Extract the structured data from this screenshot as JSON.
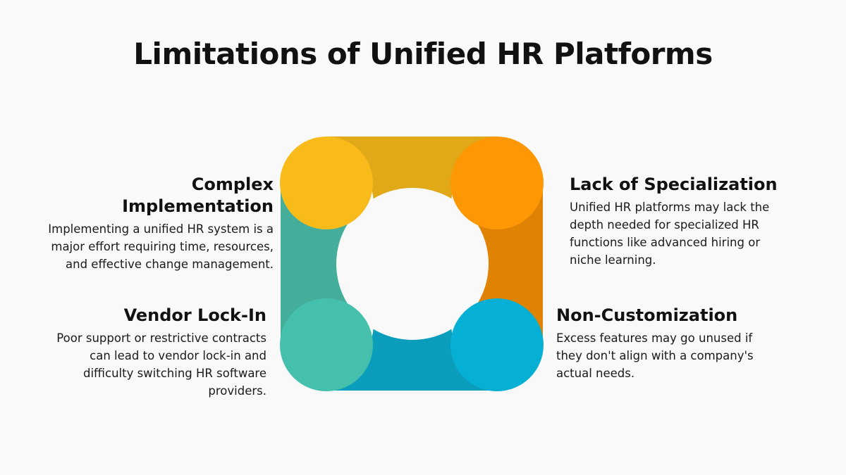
{
  "title": "Limitations of Unified HR Platforms",
  "items": [
    {
      "heading": "Complex Implementation",
      "body": "Implementing a unified HR system is a major effort requiring time, resources, and effective change management.",
      "color": "#f9bb1a"
    },
    {
      "heading": "Lack of Specialization",
      "body": "Unified HR platforms may lack the depth needed for specialized HR functions like advanced hiring or niche learning.",
      "color": "#fd9804"
    },
    {
      "heading": "Vendor Lock-In",
      "body": "Poor support or restrictive contracts can lead to vendor lock-in and difficulty switching HR software providers.",
      "color": "#45c0ad"
    },
    {
      "heading": "Non-Customization",
      "body": "Excess features may go unused if they don't align with a company's actual needs.",
      "color": "#06b0d4"
    }
  ],
  "connector_colors": {
    "top": "#e1a818",
    "right": "#e08305",
    "bottom": "#0a9dbc",
    "left": "#45ae9a"
  }
}
